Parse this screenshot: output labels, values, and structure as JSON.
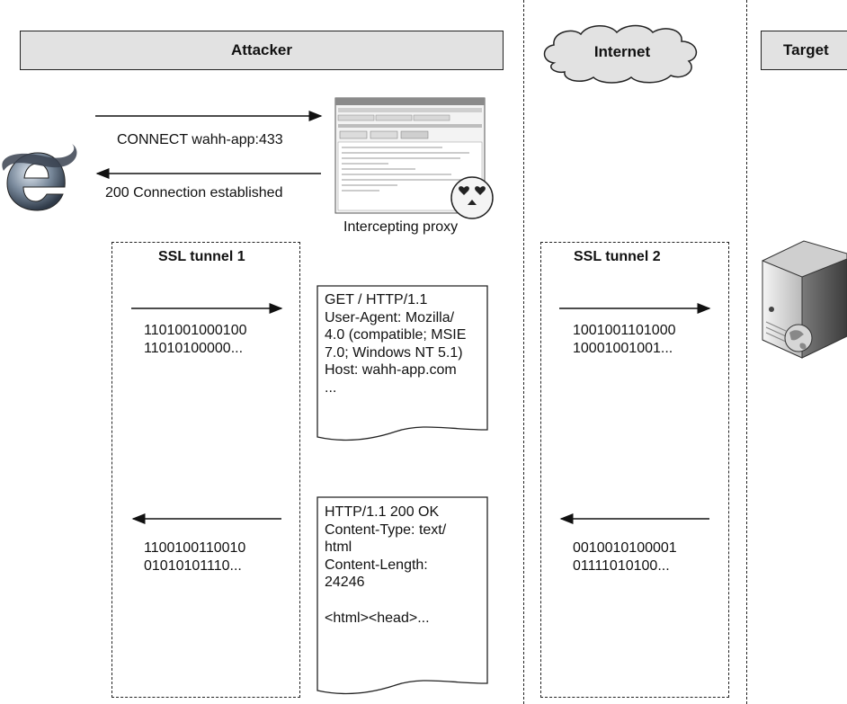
{
  "headers": {
    "attacker": "Attacker",
    "internet": "Internet",
    "target": "Target"
  },
  "handshake": {
    "connect_label": "CONNECT wahh-app:433",
    "established_label": "200 Connection established",
    "proxy_caption": "Intercepting proxy"
  },
  "tunnels": {
    "tunnel1_title": "SSL tunnel 1",
    "tunnel2_title": "SSL tunnel 2"
  },
  "request": {
    "tunnel1_bits": "1101001000100\n11010100000...",
    "tunnel2_bits": "1001001101000\n10001001001...",
    "document": "GET / HTTP/1.1\nUser-Agent: Mozilla/\n4.0 (compatible; MSIE\n7.0; Windows NT 5.1)\nHost: wahh-app.com\n..."
  },
  "response": {
    "tunnel1_bits": "1100100110010\n01010101110...",
    "tunnel2_bits": "0010010100001\n01111010100...",
    "document": "HTTP/1.1 200 OK\nContent-Type: text/\nhtml\nContent-Length:\n24246\n\n<html><head>..."
  },
  "icons": {
    "browser": "browser-e-icon",
    "proxy_window": "proxy-window-icon",
    "smiley": "heart-eyes-smiley-icon",
    "cloud": "cloud-icon",
    "server": "server-icon"
  },
  "colors": {
    "header_fill": "#e2e2e2",
    "browser_blue": "#2d6fb5",
    "line": "#222222"
  }
}
